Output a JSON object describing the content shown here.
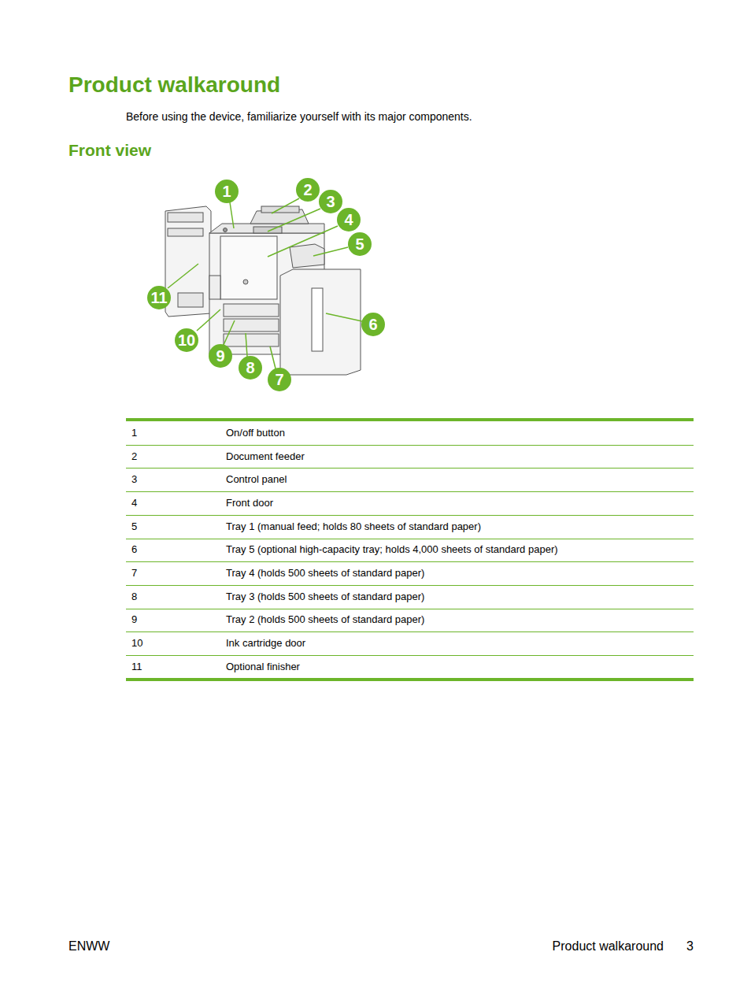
{
  "diagram": {
    "title": "Product walkaround",
    "labels": [
      "Before using the device, familiarize yourself with its major components.",
      "Front view",
      "1",
      "2",
      "3",
      "4",
      "5",
      "6",
      "7",
      "8",
      "9",
      "10",
      "11",
      "1",
      "On/off button",
      "2",
      "Document feeder",
      "3",
      "Control panel",
      "4",
      "Front door",
      "5",
      "Tray 1 (manual feed; holds 80 sheets of standard paper)",
      "6",
      "Tray 5 (optional high-capacity tray; holds 4,000 sheets of standard paper)",
      "7",
      "Tray 4 (holds 500 sheets of standard paper)",
      "8",
      "Tray 3 (holds 500 sheets of standard paper)",
      "9",
      "Tray 2 (holds 500 sheets of standard paper)",
      "10",
      "Ink cartridge door",
      "11",
      "Optional finisher",
      "ENWW",
      "Product walkaround",
      "3"
    ]
  }
}
